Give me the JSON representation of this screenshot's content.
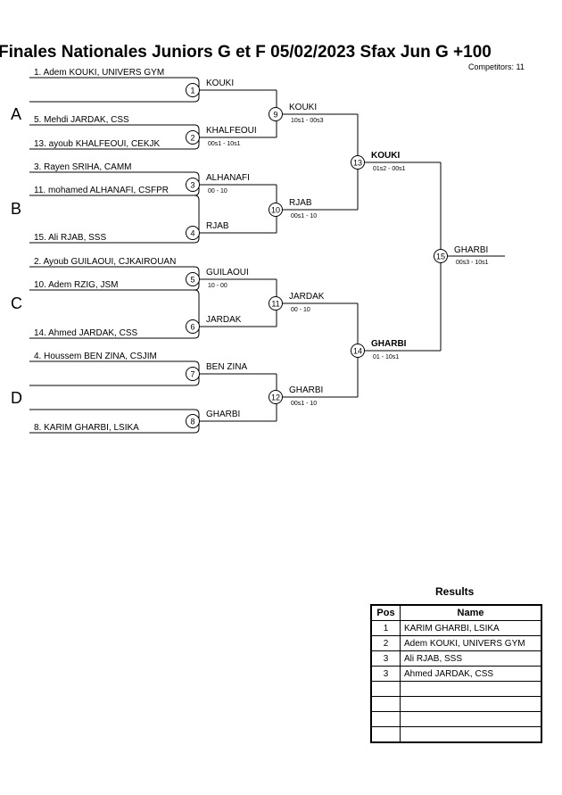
{
  "header": {
    "title": "Finales Nationales Juniors G et F  05/02/2023  Sfax   Jun G +100",
    "competitors": "Competitors: 11"
  },
  "pools": [
    "A",
    "B",
    "C",
    "D"
  ],
  "round1": [
    {
      "number": "1",
      "top": "1. Adem KOUKI, UNIVERS GYM",
      "bottom": "",
      "winner": "KOUKI",
      "score": ""
    },
    {
      "number": "2",
      "top": "5. Mehdi JARDAK, CSS",
      "bottom": "13. ayoub KHALFEOUI, CEKJK",
      "winner": "KHALFEOUI",
      "score": "00s1 - 10s1"
    },
    {
      "number": "3",
      "top": "3. Rayen SRIHA, CAMM",
      "bottom": "11. mohamed ALHANAFI, CSFPR",
      "winner": "ALHANAFI",
      "score": "00 - 10"
    },
    {
      "number": "4",
      "top": "",
      "bottom": "15. Ali RJAB, SSS",
      "winner": "RJAB",
      "score": ""
    },
    {
      "number": "5",
      "top": "2. Ayoub GUILAOUI, CJKAIROUAN",
      "bottom": "10. Adem RZIG, JSM",
      "winner": "GUILAOUI",
      "score": "10 - 00"
    },
    {
      "number": "6",
      "top": "",
      "bottom": "14. Ahmed JARDAK, CSS",
      "winner": "JARDAK",
      "score": ""
    },
    {
      "number": "7",
      "top": "4. Houssem BEN ZINA, CSJIM",
      "bottom": "",
      "winner": "BEN ZINA",
      "score": ""
    },
    {
      "number": "8",
      "top": "",
      "bottom": "8. KARIM GHARBI, LSIKA",
      "winner": "GHARBI",
      "score": ""
    }
  ],
  "round2": [
    {
      "number": "9",
      "winner": "KOUKI",
      "score": "10s1 - 00s3"
    },
    {
      "number": "10",
      "winner": "RJAB",
      "score": "00s1 - 10"
    },
    {
      "number": "11",
      "winner": "JARDAK",
      "score": "00 - 10"
    },
    {
      "number": "12",
      "winner": "GHARBI",
      "score": "00s1 - 10"
    }
  ],
  "semis": [
    {
      "number": "13",
      "winner": "KOUKI",
      "score": "01s2 - 00s1"
    },
    {
      "number": "14",
      "winner": "GHARBI",
      "score": "01 - 10s1"
    }
  ],
  "final": {
    "number": "15",
    "winner": "GHARBI",
    "score": "00s3 - 10s1"
  },
  "results": {
    "title": "Results",
    "headers": {
      "pos": "Pos",
      "name": "Name"
    },
    "rows": [
      {
        "pos": "1",
        "name": "KARIM GHARBI, LSIKA"
      },
      {
        "pos": "2",
        "name": "Adem KOUKI, UNIVERS GYM"
      },
      {
        "pos": "3",
        "name": "Ali RJAB, SSS"
      },
      {
        "pos": "3",
        "name": "Ahmed JARDAK, CSS"
      },
      {
        "pos": "",
        "name": ""
      },
      {
        "pos": "",
        "name": ""
      },
      {
        "pos": "",
        "name": ""
      },
      {
        "pos": "",
        "name": ""
      }
    ]
  }
}
